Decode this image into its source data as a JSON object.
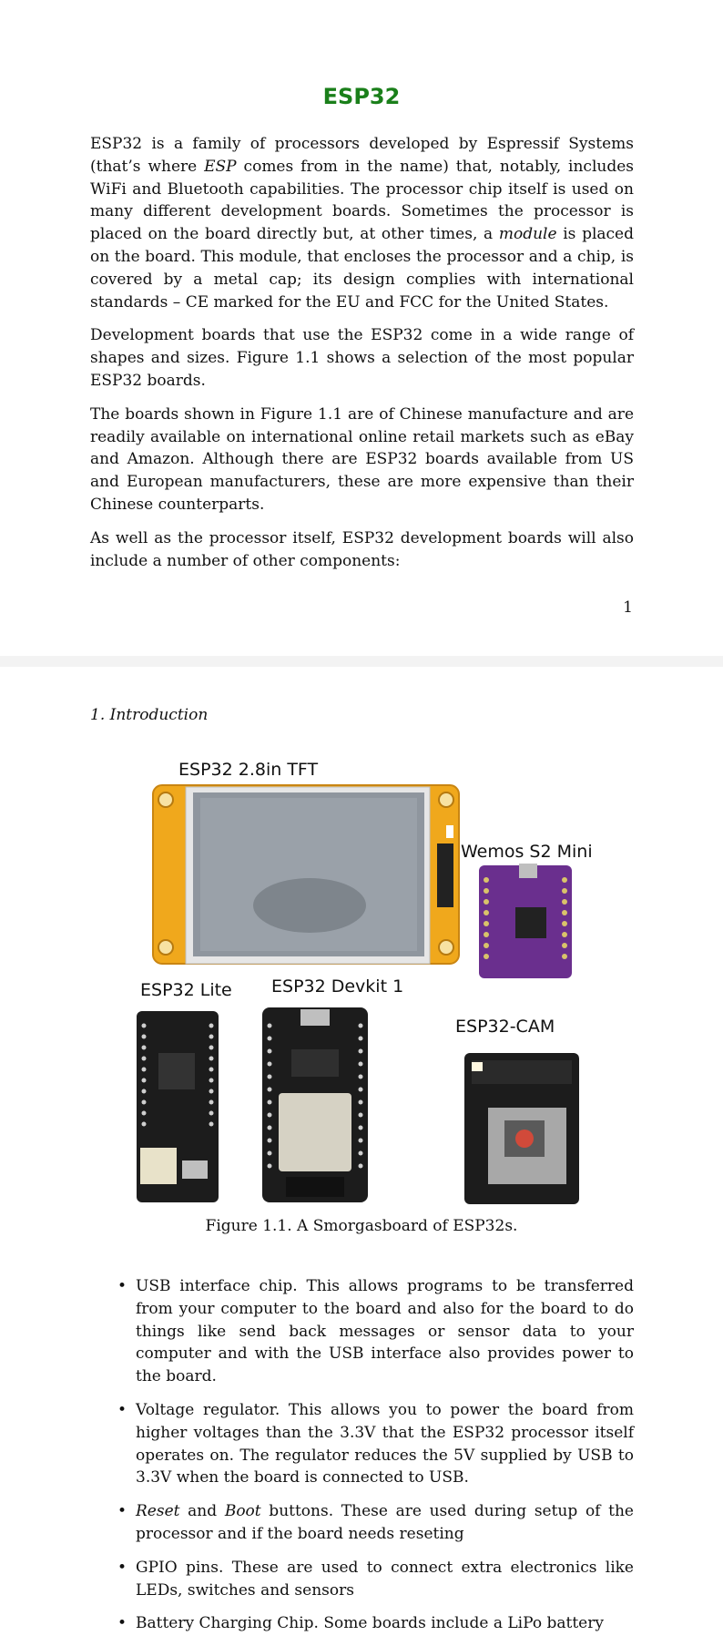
{
  "document": {
    "title": "ESP32",
    "page_number": "1",
    "running_head": "1. Introduction",
    "paragraphs": {
      "p1_a": "ESP32 is a family of processors developed by Espressif Systems (that’s where ",
      "p1_em": "ESP",
      "p1_b": " comes from in the name) that, notably, includes WiFi and Bluetooth capabilities. The processor chip itself is used on many different development boards. Sometimes the processor is placed on the board directly but, at other times, a ",
      "p1_em2": "module",
      "p1_c": " is placed on the board. This module, that encloses the processor and a chip, is covered by a metal cap; its design complies with international standards – CE marked for the EU and FCC for the United States.",
      "p2": "Development boards that use the ESP32 come in a wide range of shapes and sizes. Figure 1.1 shows a selection of the most popular ESP32 boards.",
      "p3": "The boards shown in Figure 1.1 are of Chinese manufacture and are readily available on international online retail markets such as eBay and Amazon. Although there are ESP32 boards available from US and European manufacturers, these are more expensive than their Chinese counterparts.",
      "p4": "As well as the processor itself, ESP32 development boards will also include a number of other components:"
    },
    "figure": {
      "labels": {
        "tft": "ESP32 2.8in TFT",
        "wemos": "Wemos S2 Mini",
        "lite": "ESP32 Lite",
        "devkit": "ESP32 Devkit 1",
        "cam": "ESP32-CAM"
      },
      "caption": "Figure 1.1.  A Smorgasboard of ESP32s."
    },
    "bullets": {
      "b1": "USB interface chip. This allows programs to be transferred from your computer to the board and also for the board to do things like send back messages or sensor data to your computer and with the USB interface also provides power to the board.",
      "b2": "Voltage regulator. This allows you to power the board from higher voltages than the 3.3V that the ESP32 processor itself operates on. The regulator reduces the 5V supplied by USB to 3.3V when the board is connected to USB.",
      "b3_reset": "Reset",
      "b3_mid": " and ",
      "b3_boot": "Boot",
      "b3_rest": " buttons. These are used during setup of the processor and if the board needs reseting",
      "b4": "GPIO pins. These are used to connect extra electronics like LEDs, switches and sensors",
      "b5": "Battery Charging Chip. Some boards include a LiPo battery"
    }
  },
  "colors": {
    "title": "#1a7f1a",
    "tft_pcb": "#f0a81c",
    "wemos_pcb": "#6a2f8e",
    "black_pcb": "#1c1c1c"
  }
}
